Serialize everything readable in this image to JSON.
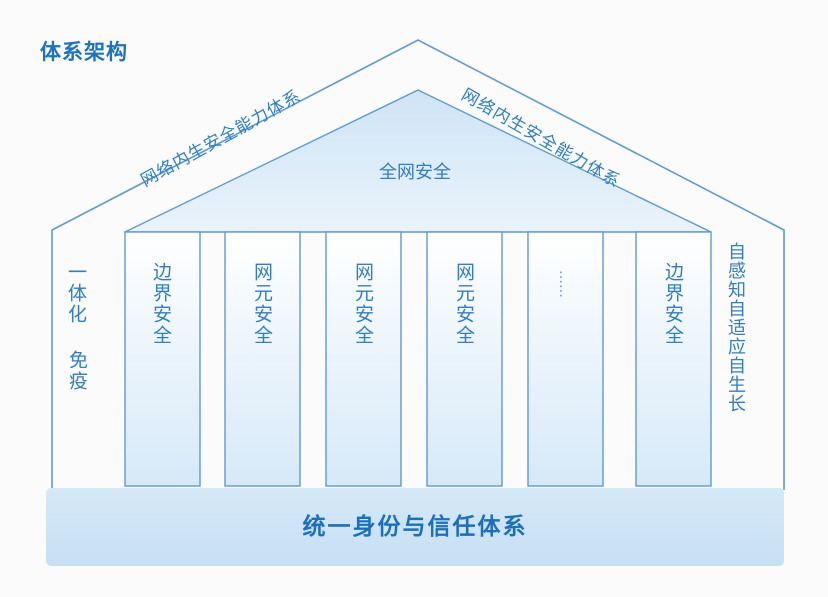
{
  "title": "体系架构",
  "roof": {
    "left_label": "网络内生安全能力体系",
    "right_label": "网络内生安全能力体系",
    "gable_label": "全网安全"
  },
  "left_side": {
    "line1": "一体化",
    "line2": "免疫"
  },
  "right_side": {
    "label": "自感知自适应自生长"
  },
  "pillars": [
    {
      "label": "边界安全"
    },
    {
      "label": "网元安全"
    },
    {
      "label": "网元安全"
    },
    {
      "label": "网元安全"
    },
    {
      "label": "……"
    },
    {
      "label": "边界安全"
    }
  ],
  "base": {
    "label": "统一身份与信任体系"
  },
  "colors": {
    "accent": "#1a73c4",
    "text": "#2e7fc7",
    "outline": "#5b9bd5",
    "pillar_fill_top": "#ffffff",
    "pillar_fill_bottom": "#d6e9f8",
    "base_fill": "#cfe5f6"
  }
}
